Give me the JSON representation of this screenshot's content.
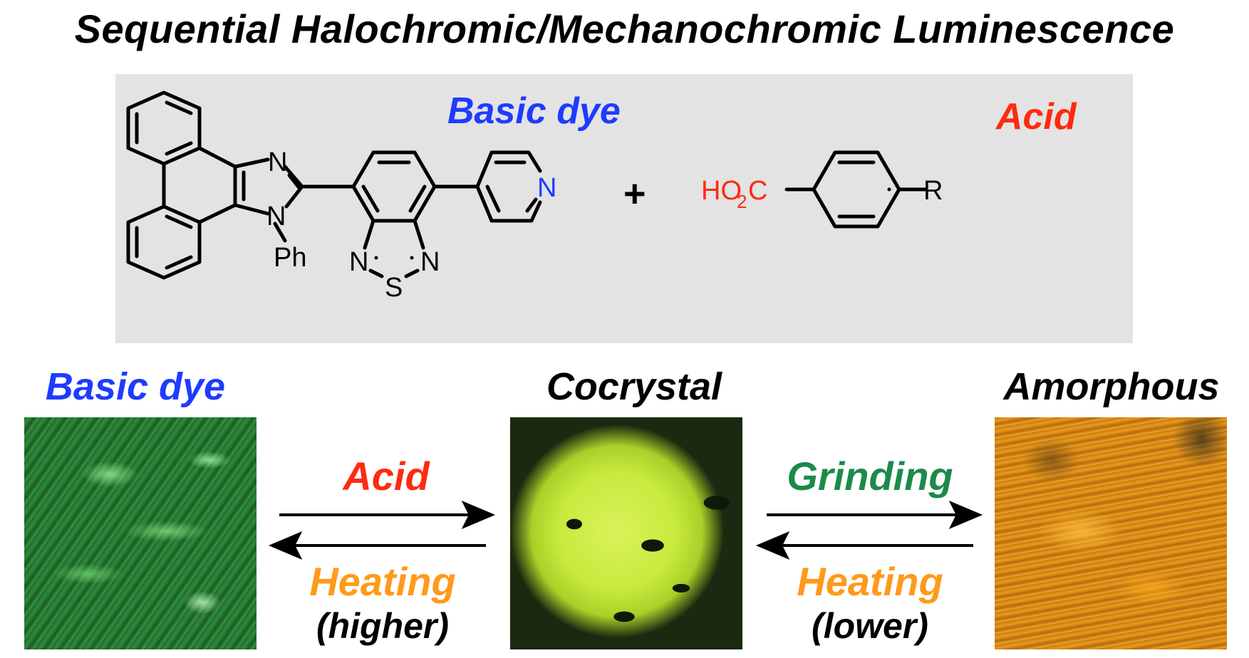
{
  "title": "Sequential Halochromic/Mechanochromic Luminescence",
  "reaction": {
    "dye_label": "Basic dye",
    "acid_label": "Acid",
    "plus": "+",
    "atoms": {
      "imid_n_top": "N",
      "imid_n_bottom": "N",
      "phenyl": "Ph",
      "thiadiazole_n_left": "N",
      "thiadiazole_n_right": "N",
      "thiadiazole_s": "S",
      "pyridine_n": "N",
      "carboxyl": "HO",
      "carboxyl_sub": "2",
      "carboxyl_c": "C",
      "substituent": "R"
    }
  },
  "states": {
    "basic_dye": "Basic dye",
    "cocrystal": "Cocrystal",
    "amorphous": "Amorphous"
  },
  "transitions": {
    "forward_1": "Acid",
    "reverse_1": "Heating",
    "reverse_1_note": "(higher)",
    "forward_2": "Grinding",
    "reverse_2": "Heating",
    "reverse_2_note": "(lower)"
  },
  "colors": {
    "dye_blue": "#1f3bff",
    "acid_red": "#ff2a10",
    "grinding_green": "#1b8a4a",
    "heating_orange": "#ff9a1a",
    "panel_gray": "#e3e3e3"
  },
  "icons": [
    "forward-arrow",
    "reverse-arrow"
  ]
}
